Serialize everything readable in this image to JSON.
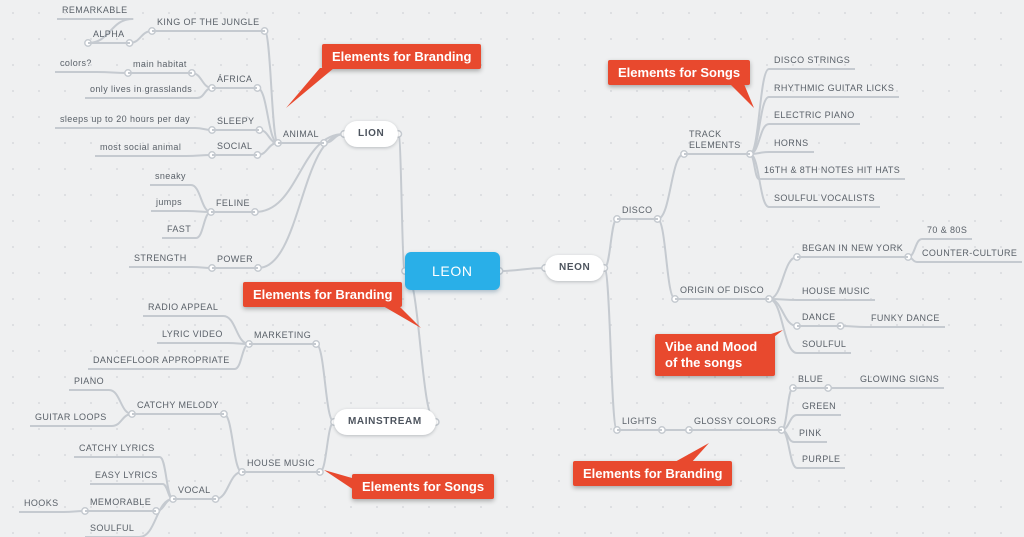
{
  "colors": {
    "bg": "#eff0f1",
    "dot": "#dcdee1",
    "line": "#c5cad0",
    "text": "#5a6169",
    "pill_text": "#4d545e",
    "accent": "#29afe8",
    "callout": "#e8492e"
  },
  "nodes": {
    "leon": "LEON",
    "lion": "LION",
    "animal": "ANIMAL",
    "africa": "ÁFRICA",
    "main_habitat": "main habitat",
    "colors_q": "colors?",
    "grasslands": "only lives in grasslands",
    "sleepy": "SLEEPY",
    "sleeps": "sleeps up to 20 hours per day",
    "social": "SOCIAL",
    "most_social": "most social animal",
    "king": "KING OF THE JUNGLE",
    "alpha": "ALPHA",
    "remarkable": "REMARKABLE",
    "feline": "FELINE",
    "sneaky": "sneaky",
    "jumps": "jumps",
    "fast": "FAST",
    "power": "POWER",
    "strength": "STRENGTH",
    "mainstream": "MAINSTREAM",
    "marketing": "MARKETING",
    "radio_appeal": "RADIO APPEAL",
    "lyric_video": "LYRIC VIDEO",
    "dancefloor": "DANCEFLOOR APPROPRIATE",
    "house_music_l": "HOUSE MUSIC",
    "catchy_melody": "CATCHY MELODY",
    "piano": "PIANO",
    "guitar_loops": "GUITAR LOOPS",
    "vocal": "VOCAL",
    "catchy_lyrics": "CATCHY LYRICS",
    "easy_lyrics": "EASY LYRICS",
    "memorable": "MEMORABLE",
    "hooks": "HOOKS",
    "soulful_l": "SOULFUL",
    "neon": "NEON",
    "disco": "DISCO",
    "track_elements": "TRACK ELEMENTS",
    "disco_strings": "DISCO STRINGS",
    "rhythmic": "RHYTHMIC GUITAR LICKS",
    "electric_piano": "ELECTRIC PIANO",
    "horns": "HORNS",
    "hihats": "16TH & 8TH NOTES HIT HATS",
    "soulful_vocalists": "SOULFUL VOCALISTS",
    "origin": "ORIGIN OF DISCO",
    "began_ny": "BEGAN IN NEW YORK",
    "seventies": "70 & 80S",
    "counter_culture": "COUNTER-CULTURE",
    "house_music_r": "HOUSE MUSIC",
    "dance": "DANCE",
    "funky_dance": "FUNKY DANCE",
    "soulful_r": "SOULFUL",
    "lights": "LIGHTS",
    "glossy": "GLOSSY COLORS",
    "blue": "BLUE",
    "glowing": "GLOWING SIGNS",
    "green": "GREEN",
    "pink": "PINK",
    "purple": "PURPLE"
  },
  "callouts": {
    "branding_top": "Elements for Branding",
    "songs_top": "Elements for Songs",
    "branding_center": "Elements for Branding",
    "vibe_mood": "Vibe and Mood of the songs",
    "songs_bottom": "Elements for Songs",
    "branding_bottom": "Elements for Branding"
  },
  "structure": {
    "edges": [
      [
        "leon",
        "lion"
      ],
      [
        "leon",
        "mainstream"
      ],
      [
        "leon",
        "neon"
      ],
      [
        "lion",
        "animal"
      ],
      [
        "lion",
        "feline"
      ],
      [
        "lion",
        "power"
      ],
      [
        "animal",
        "africa"
      ],
      [
        "animal",
        "sleepy"
      ],
      [
        "animal",
        "social"
      ],
      [
        "animal",
        "king"
      ],
      [
        "africa",
        "main_habitat"
      ],
      [
        "africa",
        "grasslands"
      ],
      [
        "main_habitat",
        "colors_q"
      ],
      [
        "sleepy",
        "sleeps"
      ],
      [
        "social",
        "most_social"
      ],
      [
        "king",
        "alpha"
      ],
      [
        "alpha",
        "remarkable"
      ],
      [
        "feline",
        "sneaky"
      ],
      [
        "feline",
        "jumps"
      ],
      [
        "feline",
        "fast"
      ],
      [
        "power",
        "strength"
      ],
      [
        "mainstream",
        "marketing"
      ],
      [
        "mainstream",
        "house_music_l"
      ],
      [
        "marketing",
        "radio_appeal"
      ],
      [
        "marketing",
        "lyric_video"
      ],
      [
        "marketing",
        "dancefloor"
      ],
      [
        "house_music_l",
        "catchy_melody"
      ],
      [
        "house_music_l",
        "vocal"
      ],
      [
        "catchy_melody",
        "piano"
      ],
      [
        "catchy_melody",
        "guitar_loops"
      ],
      [
        "vocal",
        "catchy_lyrics"
      ],
      [
        "vocal",
        "easy_lyrics"
      ],
      [
        "vocal",
        "memorable"
      ],
      [
        "vocal",
        "soulful_l"
      ],
      [
        "memorable",
        "hooks"
      ],
      [
        "neon",
        "disco"
      ],
      [
        "neon",
        "lights"
      ],
      [
        "disco",
        "track_elements"
      ],
      [
        "disco",
        "origin"
      ],
      [
        "track_elements",
        "disco_strings"
      ],
      [
        "track_elements",
        "rhythmic"
      ],
      [
        "track_elements",
        "electric_piano"
      ],
      [
        "track_elements",
        "horns"
      ],
      [
        "track_elements",
        "hihats"
      ],
      [
        "track_elements",
        "soulful_vocalists"
      ],
      [
        "origin",
        "began_ny"
      ],
      [
        "origin",
        "house_music_r"
      ],
      [
        "origin",
        "dance"
      ],
      [
        "origin",
        "soulful_r"
      ],
      [
        "began_ny",
        "seventies"
      ],
      [
        "began_ny",
        "counter_culture"
      ],
      [
        "dance",
        "funky_dance"
      ],
      [
        "lights",
        "glossy"
      ],
      [
        "glossy",
        "blue"
      ],
      [
        "glossy",
        "green"
      ],
      [
        "glossy",
        "pink"
      ],
      [
        "glossy",
        "purple"
      ],
      [
        "blue",
        "glowing"
      ]
    ]
  }
}
